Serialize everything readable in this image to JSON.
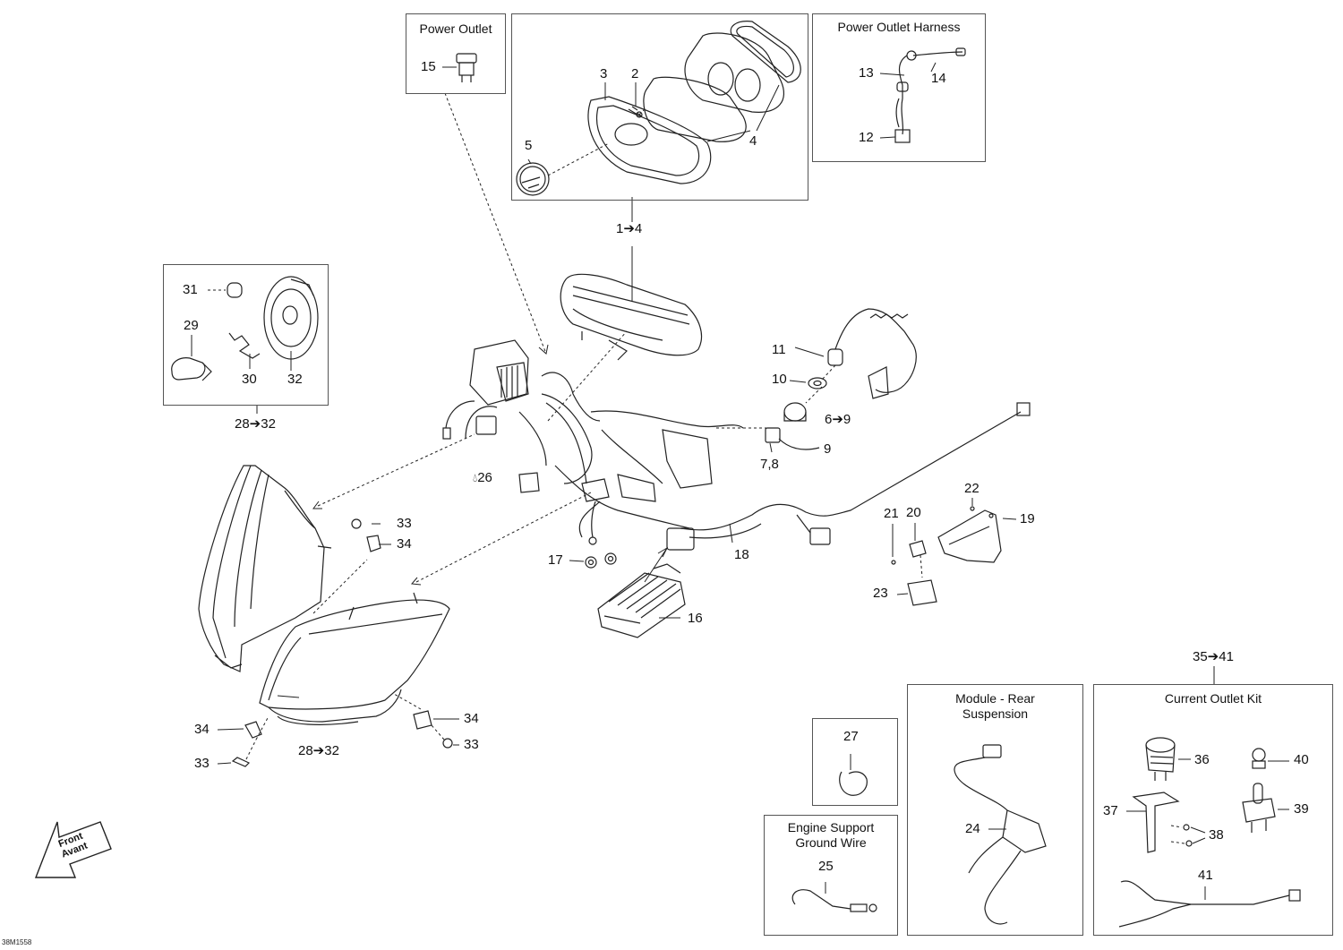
{
  "boxes": {
    "power_outlet": "Power Outlet",
    "power_outlet_harness": "Power Outlet Harness",
    "module_rear_suspension": "Module - Rear\nSuspension",
    "current_outlet_kit": "Current Outlet Kit",
    "engine_support_ground_wire": "Engine Support\nGround Wire"
  },
  "labels": {
    "l15": "15",
    "l3": "3",
    "l2": "2",
    "l5": "5",
    "l4": "4",
    "l13": "13",
    "l14": "14",
    "l12": "12",
    "l1to4": "1➔4",
    "l31": "31",
    "l29": "29",
    "l30": "30",
    "l32": "32",
    "l28to32_top": "28➔32",
    "l11": "11",
    "l10": "10",
    "l6to9": "6➔9",
    "l9": "9",
    "l7_8": "7,8",
    "l26": "26",
    "l33_a": "33",
    "l34_a": "34",
    "l22": "22",
    "l21": "21",
    "l20": "20",
    "l19": "19",
    "l23": "23",
    "l17": "17",
    "l18": "18",
    "l16": "16",
    "l35to41": "35➔41",
    "l34_b": "34",
    "l33_b": "33",
    "l34_c": "34",
    "l33_c": "33",
    "l28to32_bot": "28➔32",
    "l27": "27",
    "l24": "24",
    "l25": "25",
    "l36": "36",
    "l40": "40",
    "l37": "37",
    "l39": "39",
    "l38": "38",
    "l41": "41"
  },
  "front_arrow": {
    "line1": "Front",
    "line2": "Avant"
  },
  "drawing_code": "38M1558",
  "icons": {
    "drop": "oil-drop-icon",
    "arrow": "right-arrow-glyph"
  }
}
